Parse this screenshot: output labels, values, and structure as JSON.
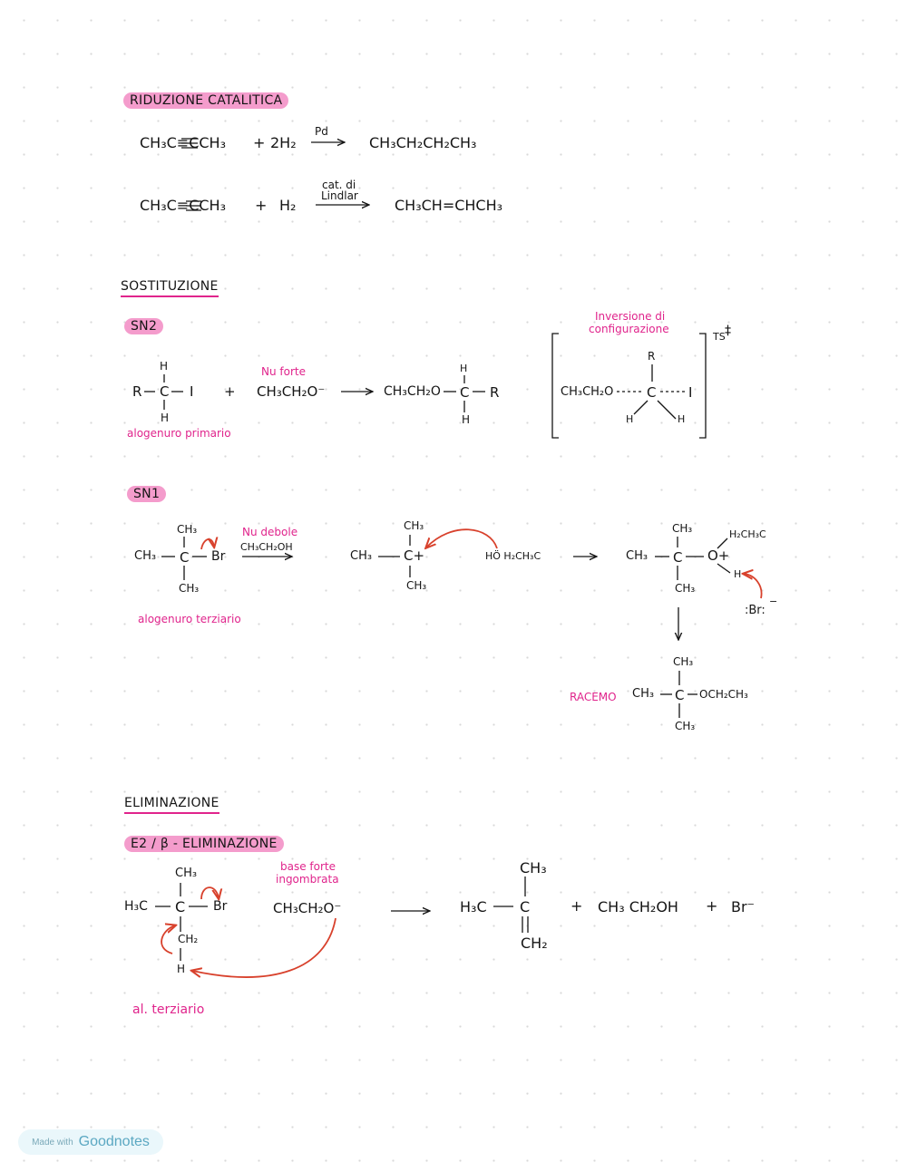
{
  "riduzione": {
    "title": "RIDUZIONE CATALITICA",
    "r1": {
      "reactant": "CH₃C≡CCH₃",
      "plus": "+",
      "reagent": "2H₂",
      "catalyst": "Pd",
      "product": "CH₃CH₂CH₂CH₃"
    },
    "r2": {
      "reactant": "CH₃C≡CCH₃",
      "plus": "+",
      "reagent": "H₂",
      "catalyst_1": "cat. di",
      "catalyst_2": "Lindlar",
      "product": "CH₃CH=CHCH₃"
    }
  },
  "sostituzione": {
    "title": "SOSTITUZIONE",
    "sn2": {
      "label": "SN2",
      "r": "R",
      "c": "C",
      "i": "I",
      "h_top": "H",
      "h_bottom": "H",
      "substrate_note": "alogenuro primario",
      "plus": "+",
      "nu_note": "Nu forte",
      "nucleophile": "CH₃CH₂O⁻",
      "product_left": "CH₃CH₂O",
      "product_c": "C",
      "product_r": "R",
      "product_h_top": "H",
      "product_h_bottom": "H",
      "ts_note_1": "Inversione di",
      "ts_note_2": "configurazione",
      "ts_left": "CH₃CH₂O",
      "ts_c": "C",
      "ts_i": "I",
      "ts_r": "R",
      "ts_h_left": "H",
      "ts_h_right": "H",
      "ts_label": "TS",
      "ts_mark": "‡"
    },
    "sn1": {
      "label": "SN1",
      "sub_ch3_top": "CH₃",
      "sub_ch3_left": "CH₃",
      "sub_c": "C",
      "sub_br": "Br",
      "sub_ch3_bottom": "CH₃",
      "substrate_note": "alogenuro terziario",
      "nu_note": "Nu debole",
      "nucleophile": "CH₃CH₂OH",
      "cat_ch3_top": "CH₃",
      "cat_ch3_left": "CH₃",
      "cat_c": "C+",
      "cat_ch3_bottom": "CH₃",
      "alcohol": "HÖ H₂CH₃C",
      "oxo_ch3_top": "CH₃",
      "oxo_ch3_left": "CH₃",
      "oxo_c": "C",
      "oxo_o": "O+",
      "oxo_ethyl": "H₂CH₃C",
      "oxo_h": "H",
      "oxo_ch3_bottom": "CH₃",
      "bromide": ":Br:",
      "bromide_charge": "−",
      "prod_note": "RACEMO",
      "prod_ch3_top": "CH₃",
      "prod_ch3_left": "CH₃",
      "prod_c": "C",
      "prod_right": "OCH₂CH₃",
      "prod_ch3_bottom": "CH₃"
    }
  },
  "eliminazione": {
    "title": "ELIMINAZIONE",
    "e2": {
      "label": "E2 / β - ELIMINAZIONE",
      "sub_ch3_top": "CH₃",
      "sub_left": "H₃C",
      "sub_c": "C",
      "sub_br": "Br",
      "sub_ch2": "CH₂",
      "sub_h": "H",
      "substrate_note": "al. terziario",
      "base_note_1": "base forte",
      "base_note_2": "ingombrata",
      "base": "CH₃CH₂O⁻",
      "prod_left": "H₃C",
      "prod_c": "C",
      "prod_ch3": "CH₃",
      "prod_ch2": "CH₂",
      "plus1": "+",
      "ethanol": "CH₃ CH₂OH",
      "plus2": "+",
      "bromide": "Br⁻"
    }
  },
  "badge": {
    "made_with": "Made with",
    "brand": "Goodnotes"
  }
}
